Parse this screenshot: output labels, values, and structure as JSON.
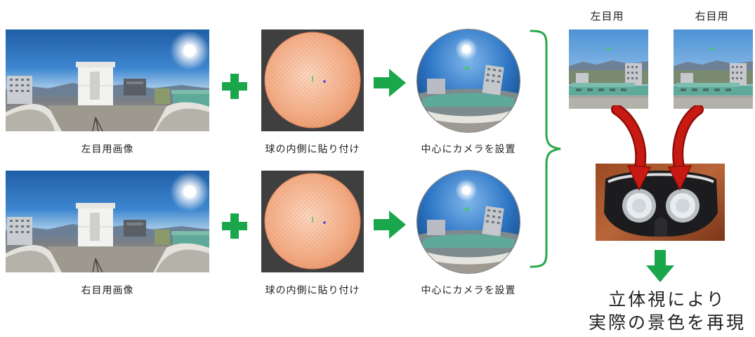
{
  "left_row": {
    "pano_label": "左目用画像",
    "sphere_label": "球の内側に貼り付け",
    "camera_label": "中心にカメラを設置"
  },
  "right_row": {
    "pano_label": "右目用画像",
    "sphere_label": "球の内側に貼り付け",
    "camera_label": "中心にカメラを設置"
  },
  "eyes": {
    "left_label": "左目用",
    "right_label": "右目用"
  },
  "result": {
    "line1": "立体視により",
    "line2": "実際の景色を再現"
  },
  "colors": {
    "arrow_green": "#1aa64a",
    "brace_green": "#2aa84a",
    "red_arrow": "#c81a12",
    "sphere_texture": "#f0a882",
    "sky": "#2f77c6",
    "teal_roof": "#5fa99a"
  }
}
